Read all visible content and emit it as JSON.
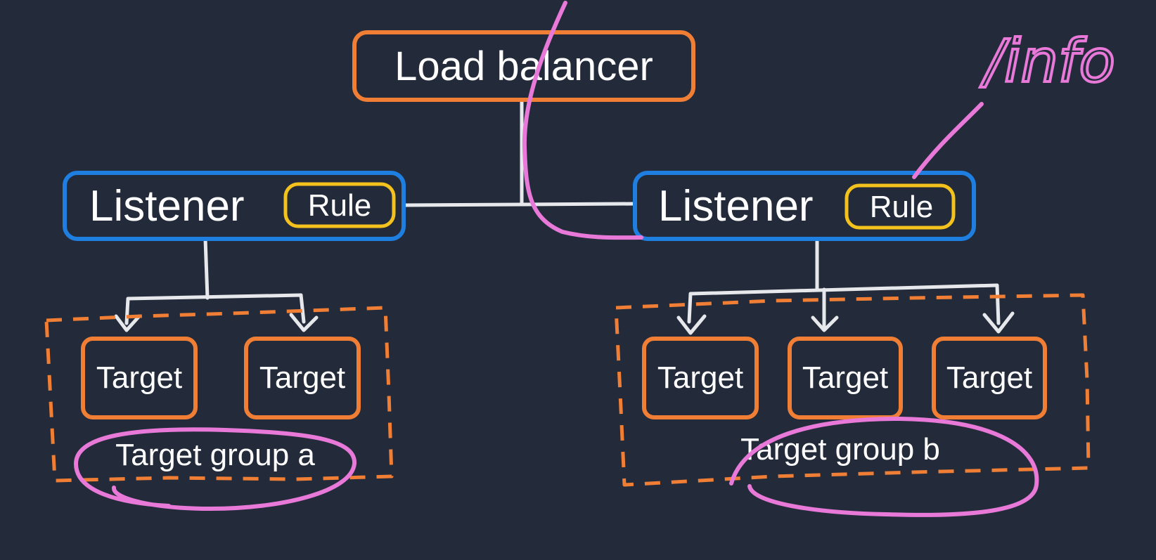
{
  "diagram": {
    "load_balancer": {
      "label": "Load balancer"
    },
    "listeners": [
      {
        "label": "Listener",
        "rule_label": "Rule"
      },
      {
        "label": "Listener",
        "rule_label": "Rule"
      }
    ],
    "target_groups": [
      {
        "label": "Target group a",
        "targets": [
          "Target",
          "Target"
        ]
      },
      {
        "label": "Target group b",
        "targets": [
          "Target",
          "Target",
          "Target"
        ]
      }
    ],
    "annotation": {
      "path_text": "/info"
    }
  },
  "colors": {
    "background": "#232b3b",
    "load_balancer_border": "#f07f35",
    "listener_border": "#1e7fe0",
    "rule_border": "#f4c21c",
    "target_border": "#f07f35",
    "group_border_dashed": "#f07f35",
    "connector": "#e6e8ec",
    "annotation": "#e879d8"
  }
}
